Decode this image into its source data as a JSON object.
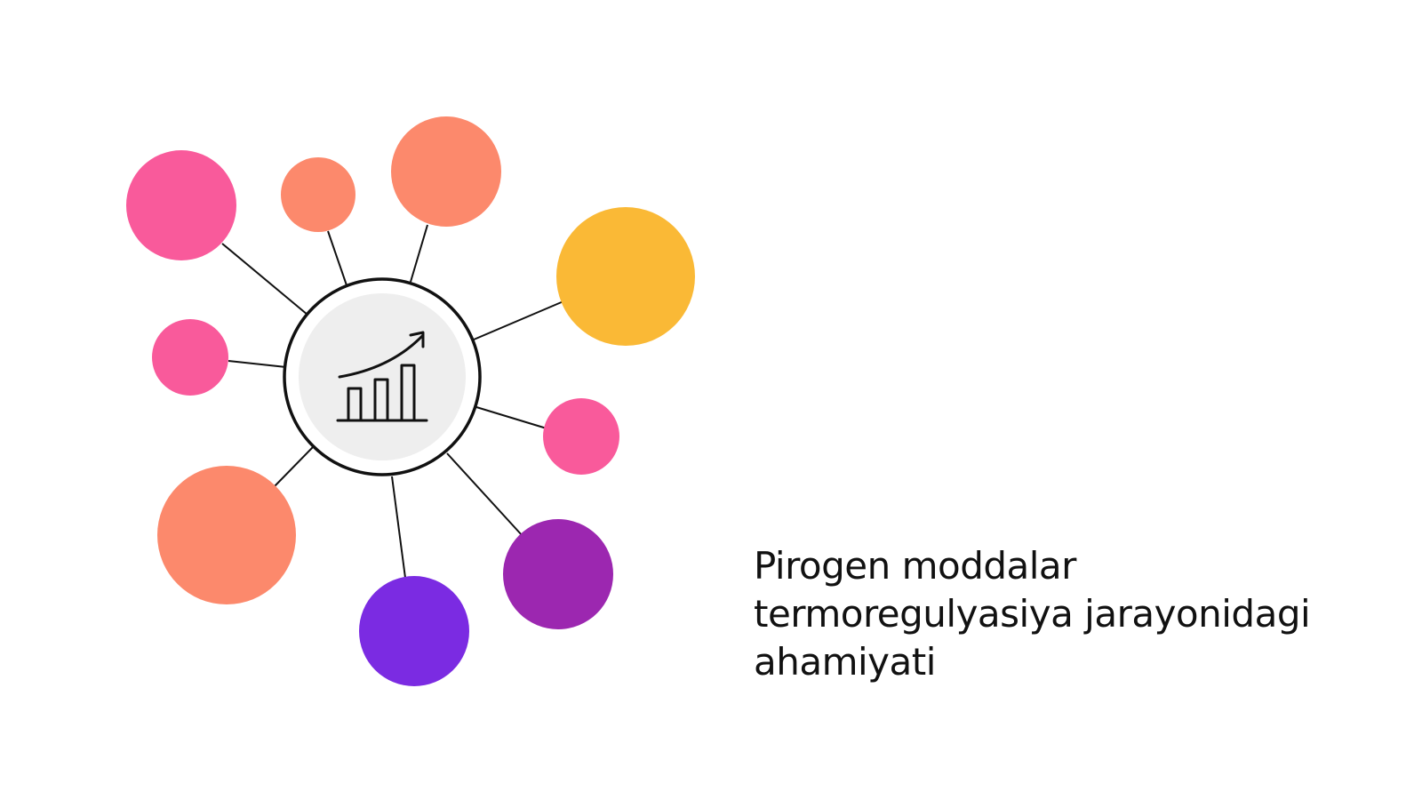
{
  "slide": {
    "title": "Pirogen moddalar termoregulyasiya jarayonidagi ahamiyati"
  },
  "diagram": {
    "type": "hub-and-spoke",
    "hub_icon": "growth-chart-icon",
    "node_count": 10,
    "colors": {
      "pink": "#F95A9B",
      "coral": "#FC896C",
      "yellow": "#FAB936",
      "purple": "#9C27B0",
      "violet": "#7B2BE2",
      "hub_border": "#111111",
      "hub_fill": "#EEEEEE",
      "connector": "#111111"
    },
    "node_colors": [
      "pink",
      "coral",
      "coral",
      "yellow",
      "pink",
      "pink",
      "coral",
      "violet",
      "purple"
    ]
  }
}
